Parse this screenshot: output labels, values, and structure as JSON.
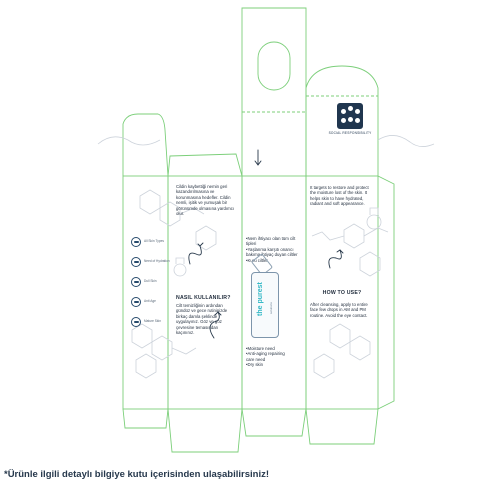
{
  "colors": {
    "dieline": "#7ccf7a",
    "chemistry": "#cdd3db",
    "text": "#1f2b3b",
    "brand": "#33b8c6",
    "arrows": "#27384a"
  },
  "panels": {
    "left_front_text": "Cildin kaybettiği nemin geri kazandırılmasına ve korunmasına hedefler. Cildin nemli, işitik ve yumuşak bir görünümde olmasına yardımcı olur.",
    "right_front_text": "It targets to restore and protect the moisture lost of the skin. It helps skin to have hydrated, radiant and soft appearance.",
    "center_top_text": "•Nem ihtiyacı olan tüm cilt tipleri\n•Yaşlanma karşıtı onarıcı bakıma ihtiyaç duyan ciltler\n•Kuru ciltler",
    "left_howto_heading": "NASIL KULLANILIR?",
    "left_howto_text": "Cilt temizliğinin ardından gündüz ve gece rutininizde birkaç damla şeklinde uygulayınız. Göz ve göz çevresine temasından kaçınınız.",
    "right_howto_heading": "HOW TO USE?",
    "right_howto_text": "After cleansing, apply to entire face few drops in AM and PM routine. Avoid the eye contact.",
    "center_bottom_text": "•Moisture need\n•Anti-aging repairing care need\n•Dry skin"
  },
  "features": [
    {
      "icon": "all-skin-types-icon",
      "label": "All Skin Types"
    },
    {
      "icon": "hydration-icon",
      "label": "Need of Hydration"
    },
    {
      "icon": "dull-skin-icon",
      "label": "Dull Skin"
    },
    {
      "icon": "anti-age-icon",
      "label": "Anti Age"
    },
    {
      "icon": "mature-skin-icon",
      "label": "Mature Skin"
    }
  ],
  "social": {
    "label": "SOCIAL RESPONSIBILITY"
  },
  "product": {
    "brand": "the purest",
    "sub": "solutions"
  },
  "footnote": "*Ürünle ilgili detaylı bilgiye kutu içerisinden ulaşabilirsiniz!"
}
